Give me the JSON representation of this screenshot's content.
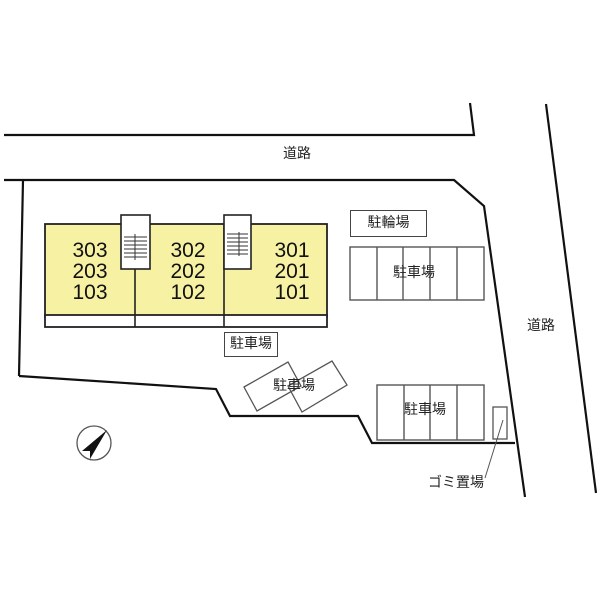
{
  "labels": {
    "road_top": "道路",
    "road_right": "道路",
    "bicycle_parking": "駐輪場",
    "parking_right_upper": "駐車場",
    "parking_center": "駐車場",
    "parking_angled": "駐車場",
    "parking_right_lower": "駐車場",
    "garbage": "ゴミ置場"
  },
  "building": {
    "fill_color": "#f7f1a3",
    "sections": [
      {
        "units": [
          "303",
          "203",
          "103"
        ]
      },
      {
        "units": [
          "302",
          "202",
          "102"
        ]
      },
      {
        "units": [
          "301",
          "201",
          "101"
        ]
      }
    ]
  },
  "compass": {
    "icon": "north-arrow-icon",
    "direction": "northeast"
  }
}
